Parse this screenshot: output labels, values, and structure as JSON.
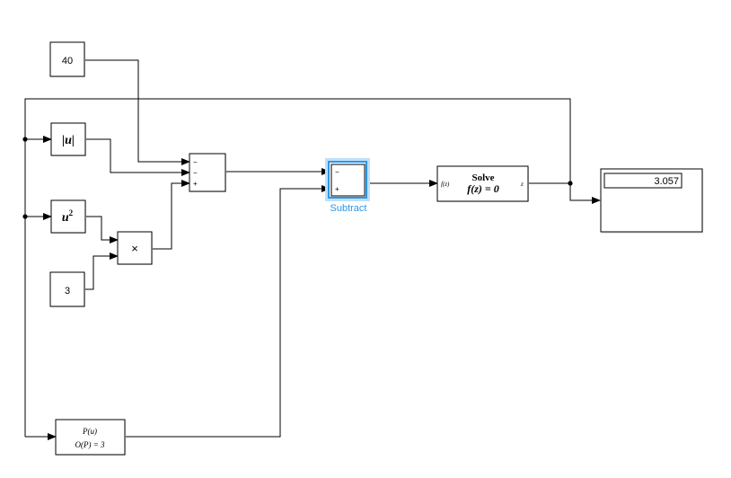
{
  "blocks": {
    "constant_40": {
      "value": "40"
    },
    "abs": {
      "label": "|u|"
    },
    "square": {
      "base": "u",
      "exponent": "2"
    },
    "product": {
      "symbol": "×"
    },
    "constant_3": {
      "value": "3"
    },
    "sum1": {
      "signs": [
        "−",
        "−",
        "+"
      ]
    },
    "subtract": {
      "signs": [
        "−",
        "+"
      ],
      "name": "Subtract",
      "selected": true
    },
    "solve": {
      "title": "Solve",
      "equation": "f(z) = 0",
      "input_port": "f(z)",
      "output_port": "z"
    },
    "display": {
      "value": "3.057"
    },
    "polynomial": {
      "line1": "P(u)",
      "line2": "O(P) = 3"
    }
  },
  "colors": {
    "selection": "#2d96e6",
    "selected_name": "#2d96e6",
    "selection_glow": "#bfe0fa"
  }
}
